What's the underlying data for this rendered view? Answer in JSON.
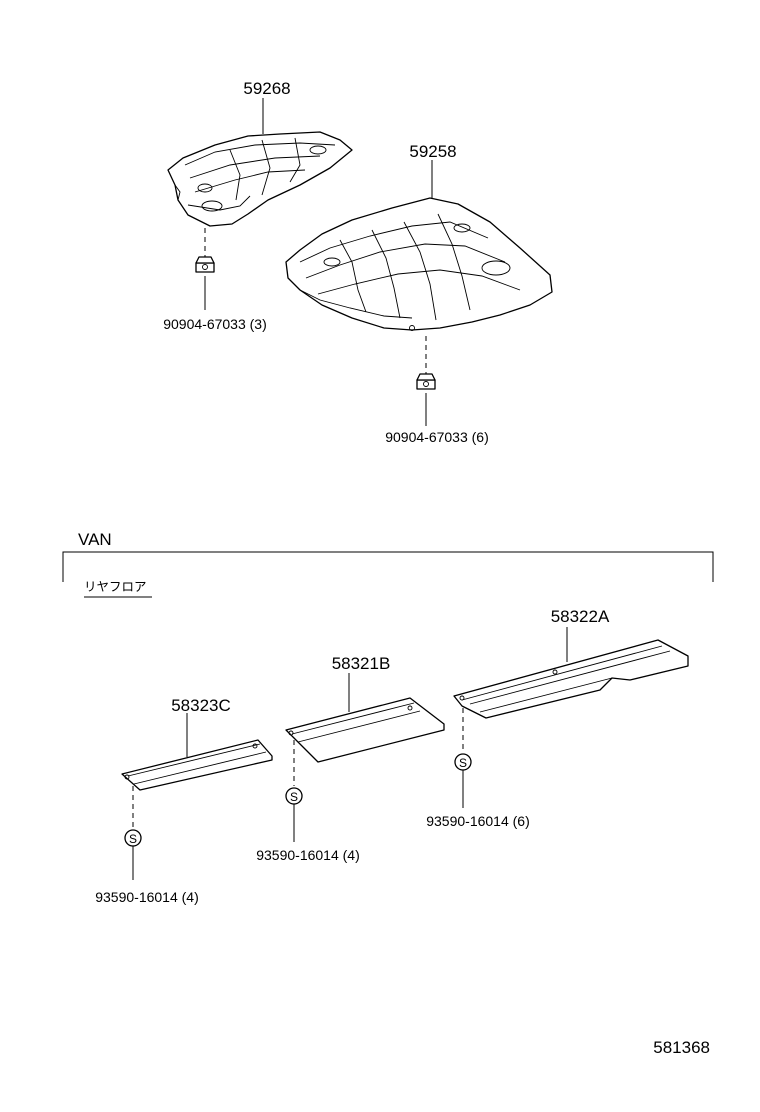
{
  "parts": {
    "p59268": "59268",
    "p59258": "59258",
    "p58322a": "58322A",
    "p58321b": "58321B",
    "p58323c": "58323C"
  },
  "callouts": {
    "nut_3": "90904-67033 (3)",
    "nut_6": "90904-67033 (6)",
    "clip_6": "93590-16014 (6)",
    "clip_4_mid": "93590-16014 (4)",
    "clip_4_left": "93590-16014 (4)"
  },
  "section": {
    "title": "VAN",
    "sub_label": "リヤフロア"
  },
  "symbols": {
    "clip_symbol": "S"
  },
  "footer": {
    "diagram_number": "581368"
  }
}
